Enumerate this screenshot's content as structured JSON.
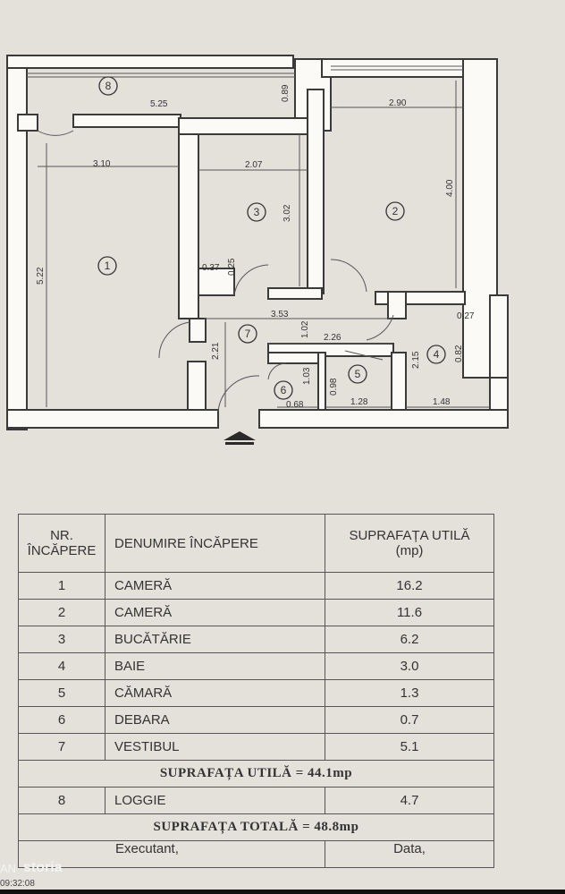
{
  "plan": {
    "rooms": [
      {
        "num": "1"
      },
      {
        "num": "2"
      },
      {
        "num": "3"
      },
      {
        "num": "4"
      },
      {
        "num": "5"
      },
      {
        "num": "6"
      },
      {
        "num": "7"
      },
      {
        "num": "8"
      }
    ],
    "dimensions": {
      "d_525": "5.25",
      "d_089": "0.89",
      "d_290": "2.90",
      "d_310": "3.10",
      "d_207": "2.07",
      "d_400": "4.00",
      "d_302": "3.02",
      "d_522": "5.22",
      "d_037": "0.37",
      "d_025": "0.25",
      "d_353": "3.53",
      "d_027": "0.27",
      "d_102": "1.02",
      "d_221": "2.21",
      "d_226": "2.26",
      "d_215": "2.15",
      "d_082": "0.82",
      "d_103": "1.03",
      "d_098": "0.98",
      "d_068": "0.68",
      "d_128": "1.28",
      "d_148": "1.48"
    }
  },
  "table": {
    "headers": {
      "nr": [
        "NR.",
        "ÎNCĂPERE"
      ],
      "name": "DENUMIRE ÎNCĂPERE",
      "area": [
        "SUPRAFAȚA UTILĂ",
        "(mp)"
      ]
    },
    "rows": [
      {
        "nr": "1",
        "name": "CAMERĂ",
        "area": "16.2"
      },
      {
        "nr": "2",
        "name": "CAMERĂ",
        "area": "11.6"
      },
      {
        "nr": "3",
        "name": "BUCĂTĂRIE",
        "area": "6.2"
      },
      {
        "nr": "4",
        "name": "BAIE",
        "area": "3.0"
      },
      {
        "nr": "5",
        "name": "CĂMARĂ",
        "area": "1.3"
      },
      {
        "nr": "6",
        "name": "DEBARA",
        "area": "0.7"
      },
      {
        "nr": "7",
        "name": "VESTIBUL",
        "area": "5.1"
      }
    ],
    "usable_total": "SUPRAFAȚA UTILĂ = 44.1mp",
    "loggia": {
      "nr": "8",
      "name": "LOGGIE",
      "area": "4.7"
    },
    "grand_total": "SUPRAFAȚA TOTALĂ = 48.8mp",
    "footer": {
      "executant": "Executant,",
      "data": "Data,"
    }
  },
  "watermark": {
    "prefix": "AN",
    "brand": "storia",
    "time": "09:32:08"
  }
}
